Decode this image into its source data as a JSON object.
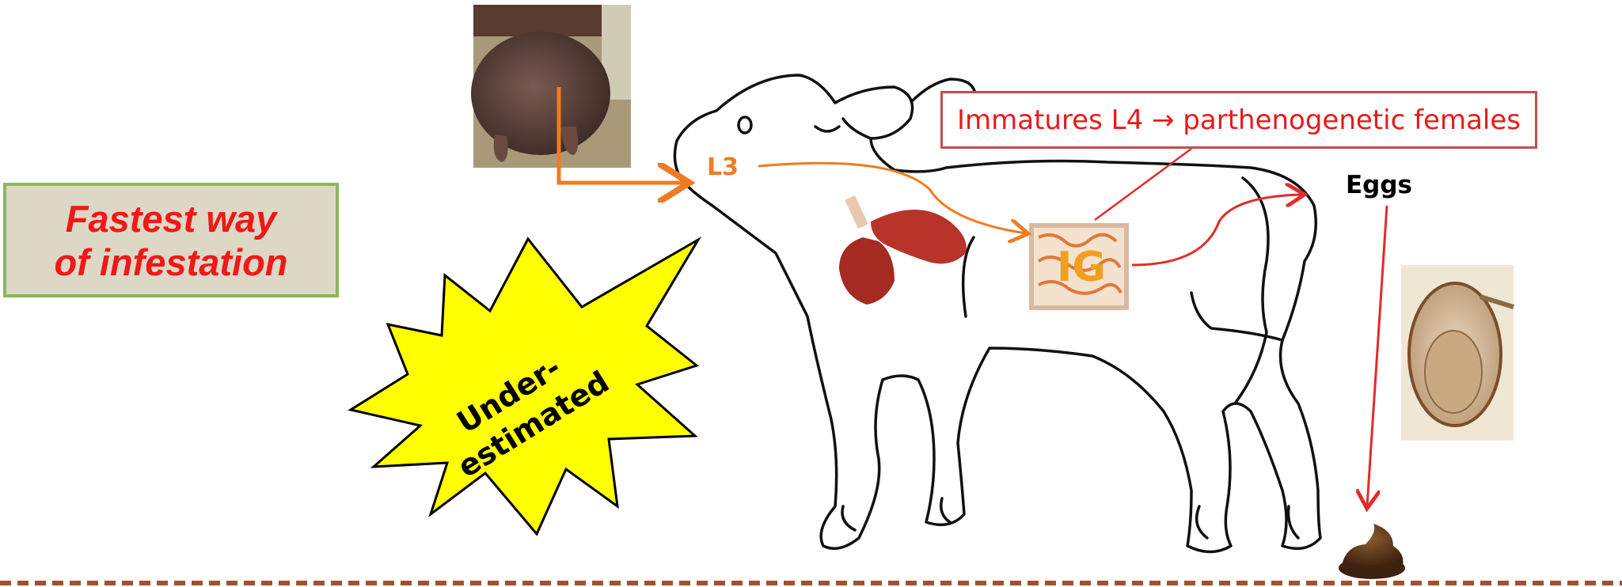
{
  "fastest_box": {
    "line1": "Fastest  way",
    "line2": "of infestation"
  },
  "burst": {
    "line1": "Under-",
    "line2": "estimated"
  },
  "immatures_box": {
    "text": "Immatures L4 → parthenogenetic females"
  },
  "labels": {
    "l3": "L3",
    "eggs": "Eggs",
    "ig": "IG"
  },
  "colors": {
    "orange_arrow": "#ef7b22",
    "red_arrow": "#e22b2b",
    "burst_fill": "#ffff00",
    "box_green_border": "#8fb65a",
    "box_red_border": "#c0504d",
    "dashed_ground": "#a0522d"
  },
  "icons": [
    "udder-photo",
    "lungs-icon",
    "intestine-icon",
    "egg-photo",
    "feces-icon",
    "calf-outline"
  ]
}
